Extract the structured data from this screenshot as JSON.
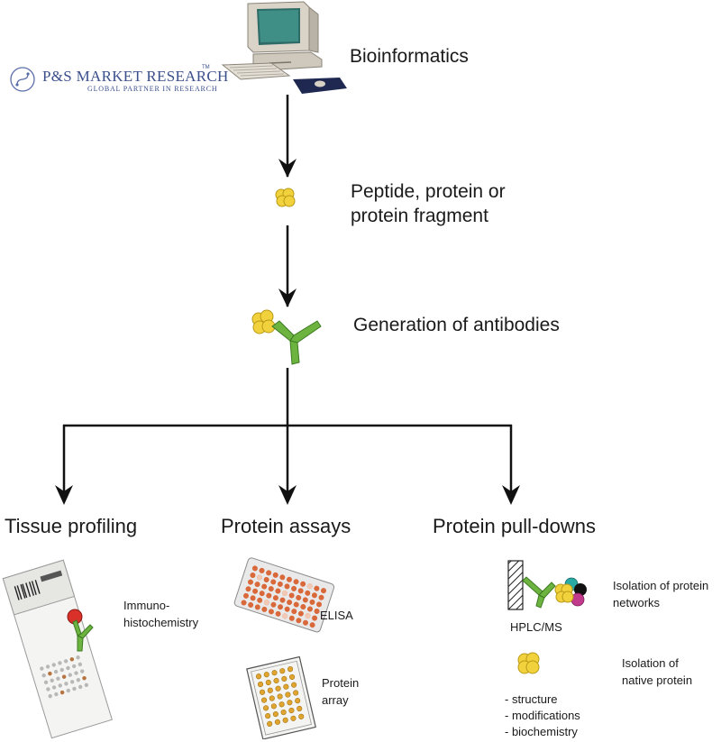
{
  "logo": {
    "name": "P&S MARKET RESEARCH",
    "trademark": "TM",
    "tagline": "GLOBAL PARTNER IN RESEARCH"
  },
  "steps": {
    "bioinformatics": "Bioinformatics",
    "peptide_line1": "Peptide, protein or",
    "peptide_line2": "protein fragment",
    "antibodies": "Generation of antibodies"
  },
  "branches": {
    "tissue": {
      "title": "Tissue profiling",
      "note_line1": "Immuno-",
      "note_line2": "histochemistry"
    },
    "assays": {
      "title": "Protein assays",
      "elisa": "ELISA",
      "array_line1": "Protein",
      "array_line2": "array"
    },
    "pulldowns": {
      "title": "Protein pull-downs",
      "network_line1": "Isolation of protein",
      "network_line2": "networks",
      "hplc": "HPLC/MS",
      "native_line1": "Isolation of",
      "native_line2": "native protein",
      "bullets": [
        "- structure",
        "- modifications",
        "- biochemistry"
      ]
    }
  },
  "colors": {
    "antibody_green": "#6cb33f",
    "protein_yellow": "#f2d23c",
    "elisa_orange": "#d9683a",
    "array_gold": "#e0a52e",
    "arrow": "#111111"
  }
}
